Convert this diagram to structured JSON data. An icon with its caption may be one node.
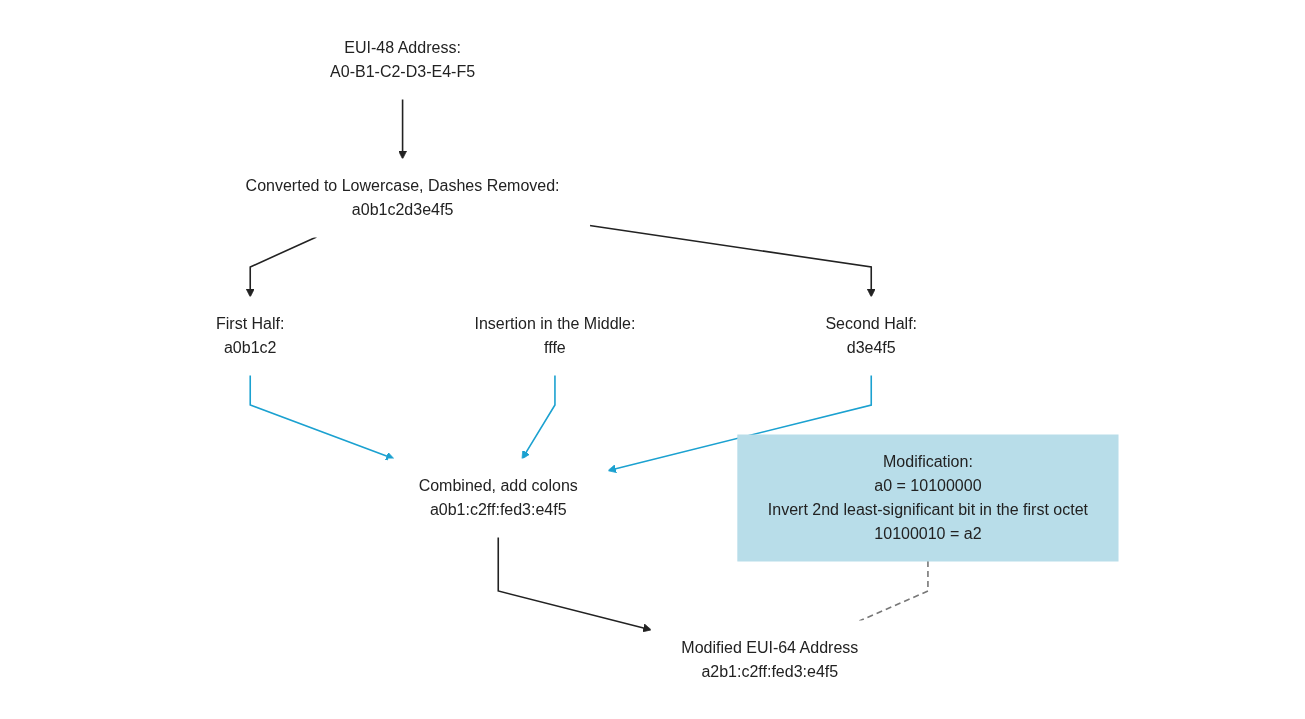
{
  "diagram": {
    "nodes": [
      {
        "text": [
          "EUI-48 Address:",
          "A0-B1-C2-D3-E4-F5"
        ]
      },
      {
        "text": [
          "Converted to Lowercase, Dashes Removed:",
          "a0b1c2d3e4f5"
        ]
      },
      {
        "text": [
          "First Half:",
          "a0b1c2"
        ]
      },
      {
        "text": [
          "Second Half:",
          "d3e4f5"
        ]
      },
      {
        "text": [
          "Insertion in the Middle:",
          "fffe"
        ]
      },
      {
        "text": [
          "Combined, add colons",
          "a0b1:c2ff:fed3:e4f5"
        ]
      },
      {
        "text": [
          "Modified EUI-64 Address",
          "a2b1:c2ff:fed3:e4f5"
        ]
      },
      {
        "text": [
          "Modification:",
          "a0 = 10100000",
          "Invert 2nd least-significant bit in the first octet",
          "10100010 = a2"
        ]
      }
    ],
    "edges": [
      {
        "from": 0,
        "to": 1,
        "arrow": "to"
      },
      {
        "from": 1,
        "to": 2,
        "arrow": "to"
      },
      {
        "from": 1,
        "to": 3,
        "arrow": "to"
      },
      {
        "from": 2,
        "to": 5,
        "arrow": "to",
        "color": "#1ba1d0"
      },
      {
        "from": 4,
        "to": 5,
        "arrow": "to",
        "color": "#1ba1d0"
      },
      {
        "from": 3,
        "to": 5,
        "arrow": "to",
        "color": "#1ba1d0"
      },
      {
        "from": 5,
        "to": 6,
        "arrow": "to"
      },
      {
        "from": 7,
        "to": 6,
        "arrow": "none",
        "style": "dashed",
        "color": "#777777"
      }
    ]
  }
}
